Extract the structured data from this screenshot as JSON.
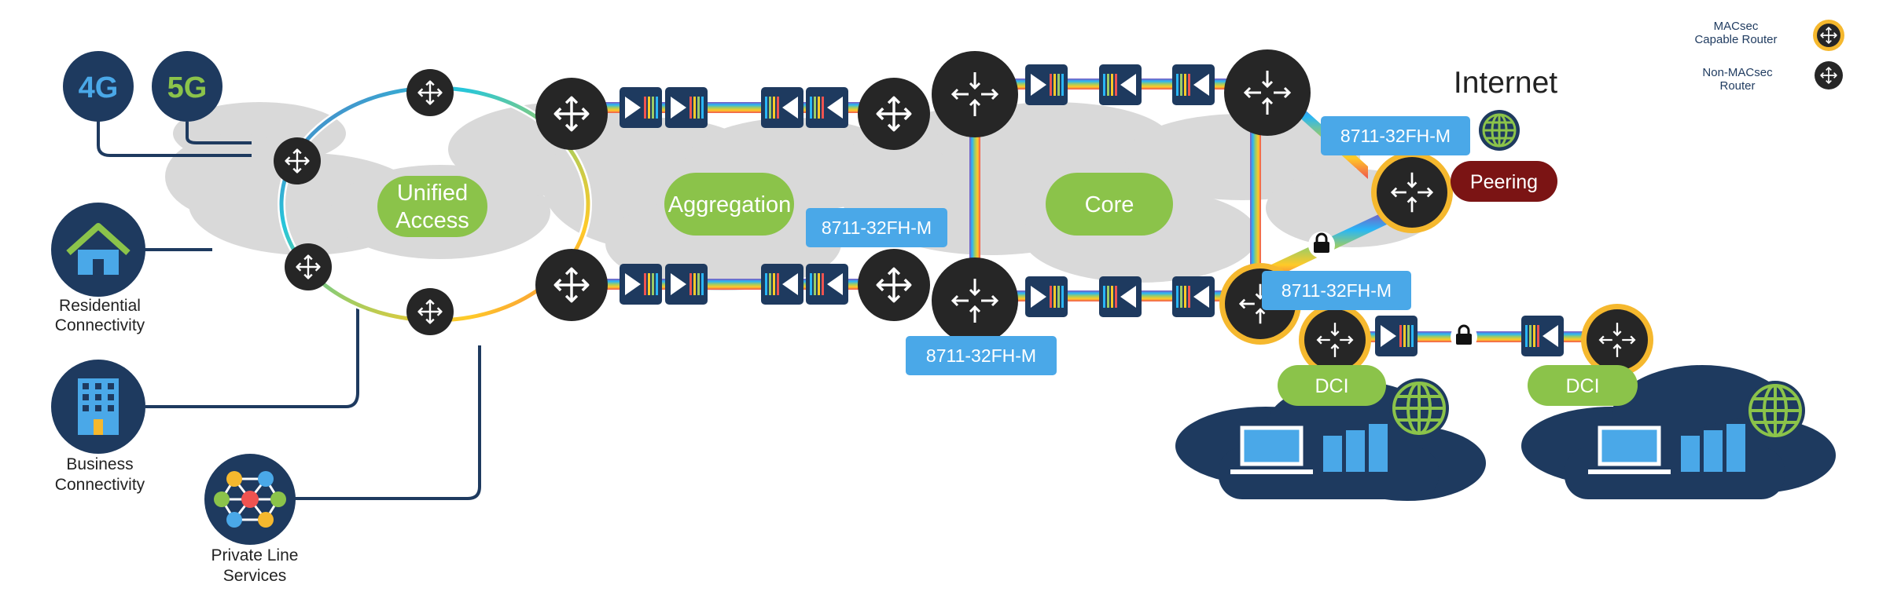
{
  "network": {
    "badges": {
      "g4": "4G",
      "g5": "5G"
    },
    "endpoints": {
      "residential": [
        "Residential",
        "Connectivity"
      ],
      "business": [
        "Business",
        "Connectivity"
      ],
      "private_line": [
        "Private Line",
        "Services"
      ]
    },
    "zones": {
      "access": [
        "Unified",
        "Access"
      ],
      "aggregation": "Aggregation",
      "core": "Core"
    },
    "router_labels": {
      "agg": "8711-32FH-M",
      "core_bottom": "8711-32FH-M",
      "peering": "8711-32FH-M",
      "edge": "8711-32FH-M"
    },
    "internet": "Internet",
    "peering": "Peering",
    "dci_1": "DCI",
    "dci_2": "DCI"
  },
  "legend": {
    "macsec": [
      "MACsec",
      "Capable Router"
    ],
    "non_macsec": [
      "Non-MACsec",
      "Router"
    ]
  },
  "colors": {
    "navy": "#1e3a5f",
    "dark_router": "#262626",
    "green": "#8bc34a",
    "blue_label": "#4aa8e8",
    "gold": "#f5b82e",
    "peering": "#7b1414",
    "cloud": "#d9d9d9"
  }
}
